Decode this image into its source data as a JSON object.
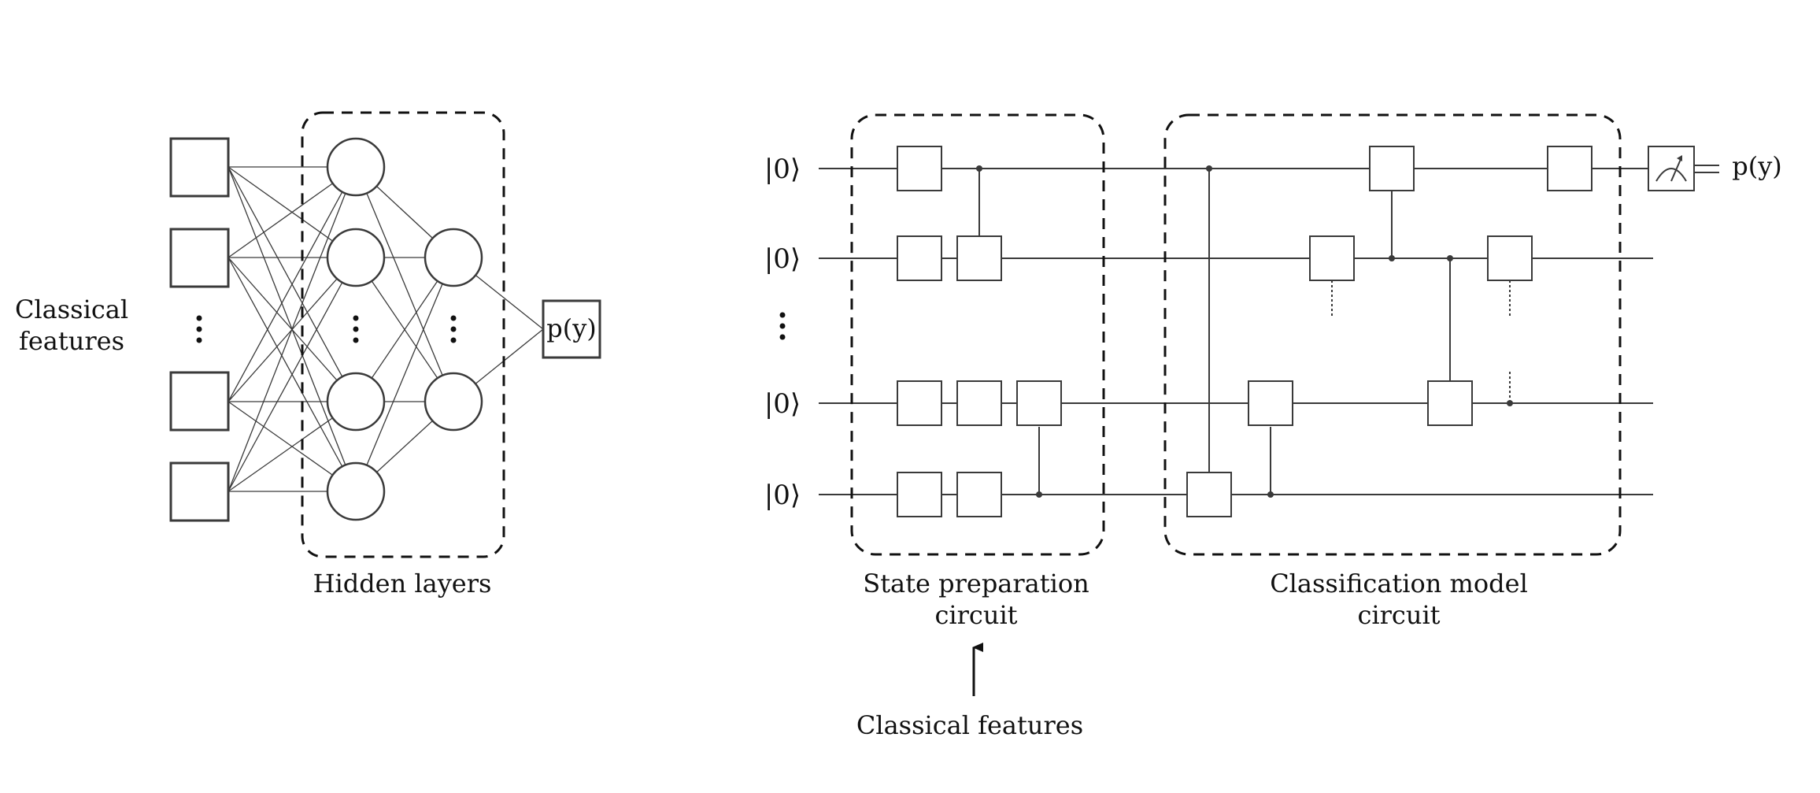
{
  "left_panel": {
    "input_label_line1": "Classical",
    "input_label_line2": "features",
    "hidden_label": "Hidden layers",
    "output_label": "p(y)"
  },
  "right_panel": {
    "qubit_labels": [
      "|0⟩",
      "|0⟩",
      "|0⟩",
      "|0⟩"
    ],
    "state_prep_label_line1": "State preparation",
    "state_prep_label_line2": "circuit",
    "classification_label_line1": "Classification model",
    "classification_label_line2": "circuit",
    "classical_features_label": "Classical features",
    "output_label": "p(y)"
  },
  "colors": {
    "stroke": "#3a3a3a",
    "text": "#111111"
  }
}
